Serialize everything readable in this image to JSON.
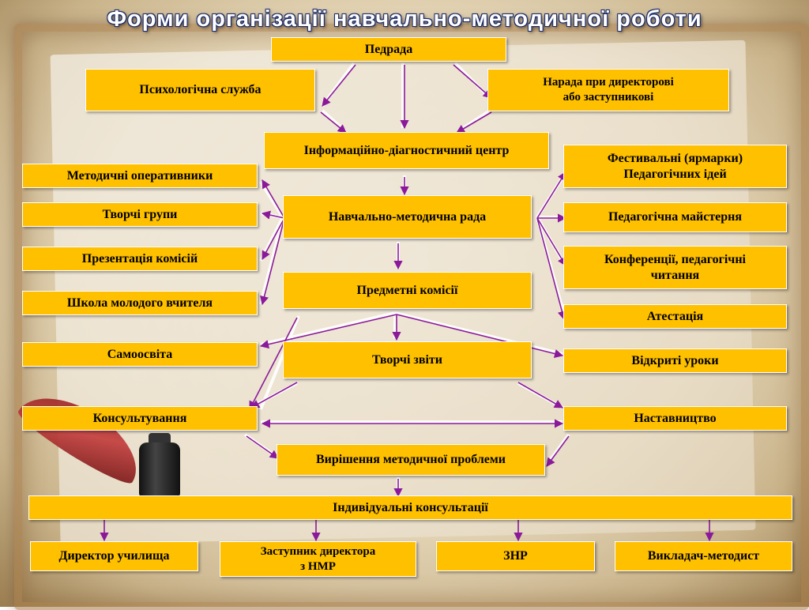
{
  "title": "Форми організації навчально-методичної роботи",
  "boxes": {
    "pedrada": "Педрада",
    "psych_service": "Психологічна служба",
    "director_meeting": "Нарада при директорові\nабо заступникові",
    "info_center": "Інформаційно-діагностичний центр",
    "method_operatives": "Методичні оперативники",
    "festivals": "Фестивальні (ярмарки)\nПедагогічних ідей",
    "creative_groups": "Творчі групи",
    "method_council": "Навчально-методична рада",
    "ped_workshop": "Педагогічна майстерня",
    "commission_presentation": "Презентація комісій",
    "conferences": "Конференції, педагогічні\nчитання",
    "subject_commissions": "Предметні комісії",
    "young_teacher_school": "Школа молодого вчителя",
    "attestation": "Атестація",
    "self_education": "Самоосвіта",
    "creative_reports": "Творчі звіти",
    "open_lessons": "Відкриті уроки",
    "consulting": "Консультування",
    "mentoring": "Наставництво",
    "method_problem": "Вирішення методичної проблеми",
    "individual_consult": "Індивідуальні консультації",
    "college_director": "Директор училища",
    "deputy_director": "Заступник директора\nз НМР",
    "znr": "ЗНР",
    "teacher_methodist": "Викладач-методист"
  },
  "colors": {
    "box_fill": "#ffc000",
    "arrow": "#8b1a9a",
    "title_outline": "#1a2a6a"
  }
}
